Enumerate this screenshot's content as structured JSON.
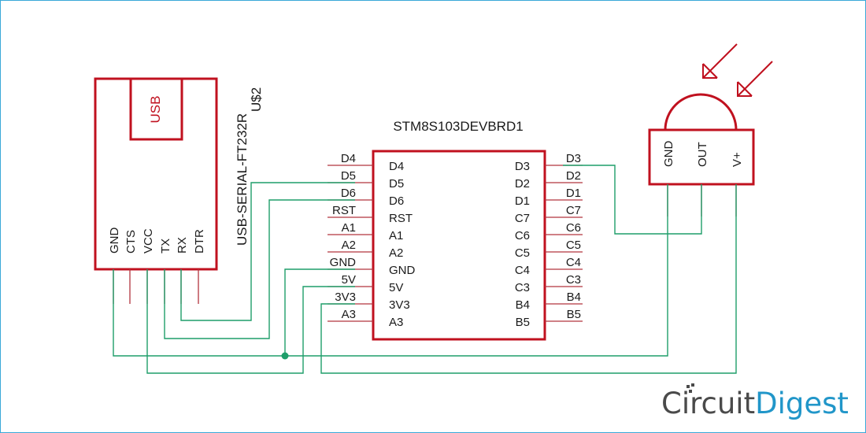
{
  "usb_module": {
    "box_label": "USB",
    "part": "USB-SERIAL-FT232R",
    "ref": "U$2",
    "pins": [
      "GND",
      "CTS",
      "VCC",
      "TX",
      "RX",
      "DTR"
    ]
  },
  "stm8": {
    "name": "STM8S103DEVBRD1",
    "left_pins": [
      "D4",
      "D5",
      "D6",
      "RST",
      "A1",
      "A2",
      "GND",
      "5V",
      "3V3",
      "A3"
    ],
    "right_pins": [
      "D3",
      "D2",
      "D1",
      "C7",
      "C6",
      "C5",
      "C4",
      "C3",
      "B4",
      "B5"
    ]
  },
  "ir_sensor": {
    "pins": [
      "GND",
      "OUT",
      "V+"
    ]
  },
  "logo": {
    "part1": "Circuit",
    "part2": "Digest"
  }
}
